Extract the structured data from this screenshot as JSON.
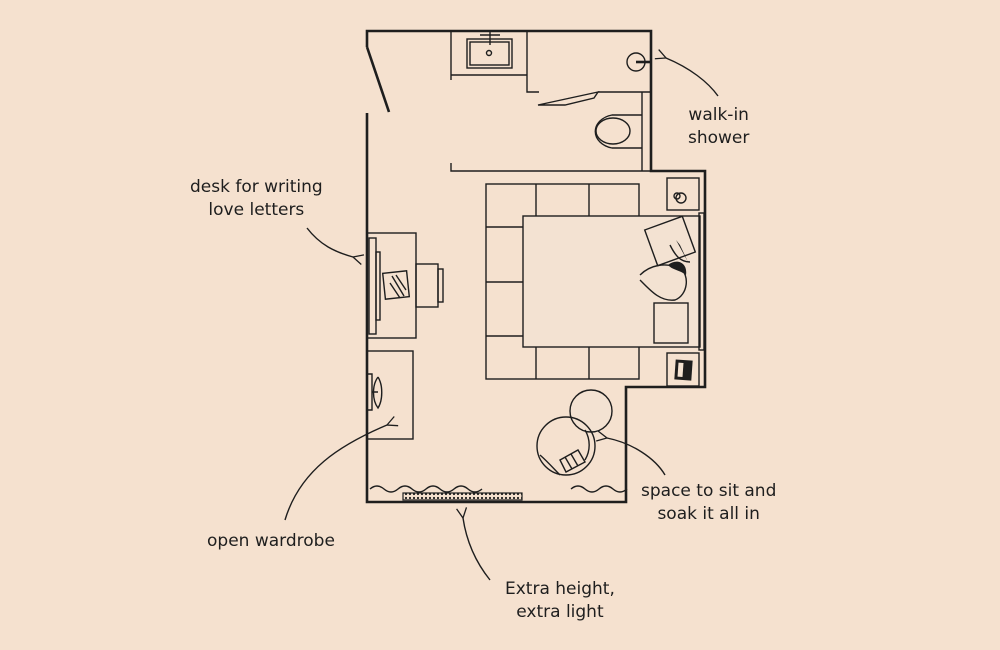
{
  "labels": {
    "shower": [
      "walk-in",
      "shower"
    ],
    "desk": [
      "desk for writing",
      "love letters"
    ],
    "wardrobe": [
      "open wardrobe"
    ],
    "seating": [
      "space to sit and",
      "soak it all in"
    ],
    "window": [
      "Extra height,",
      "extra light"
    ]
  },
  "colors": {
    "background": "#f5e1cf",
    "ink": "#1e1e1e",
    "furniture": "#f3e2d2"
  }
}
